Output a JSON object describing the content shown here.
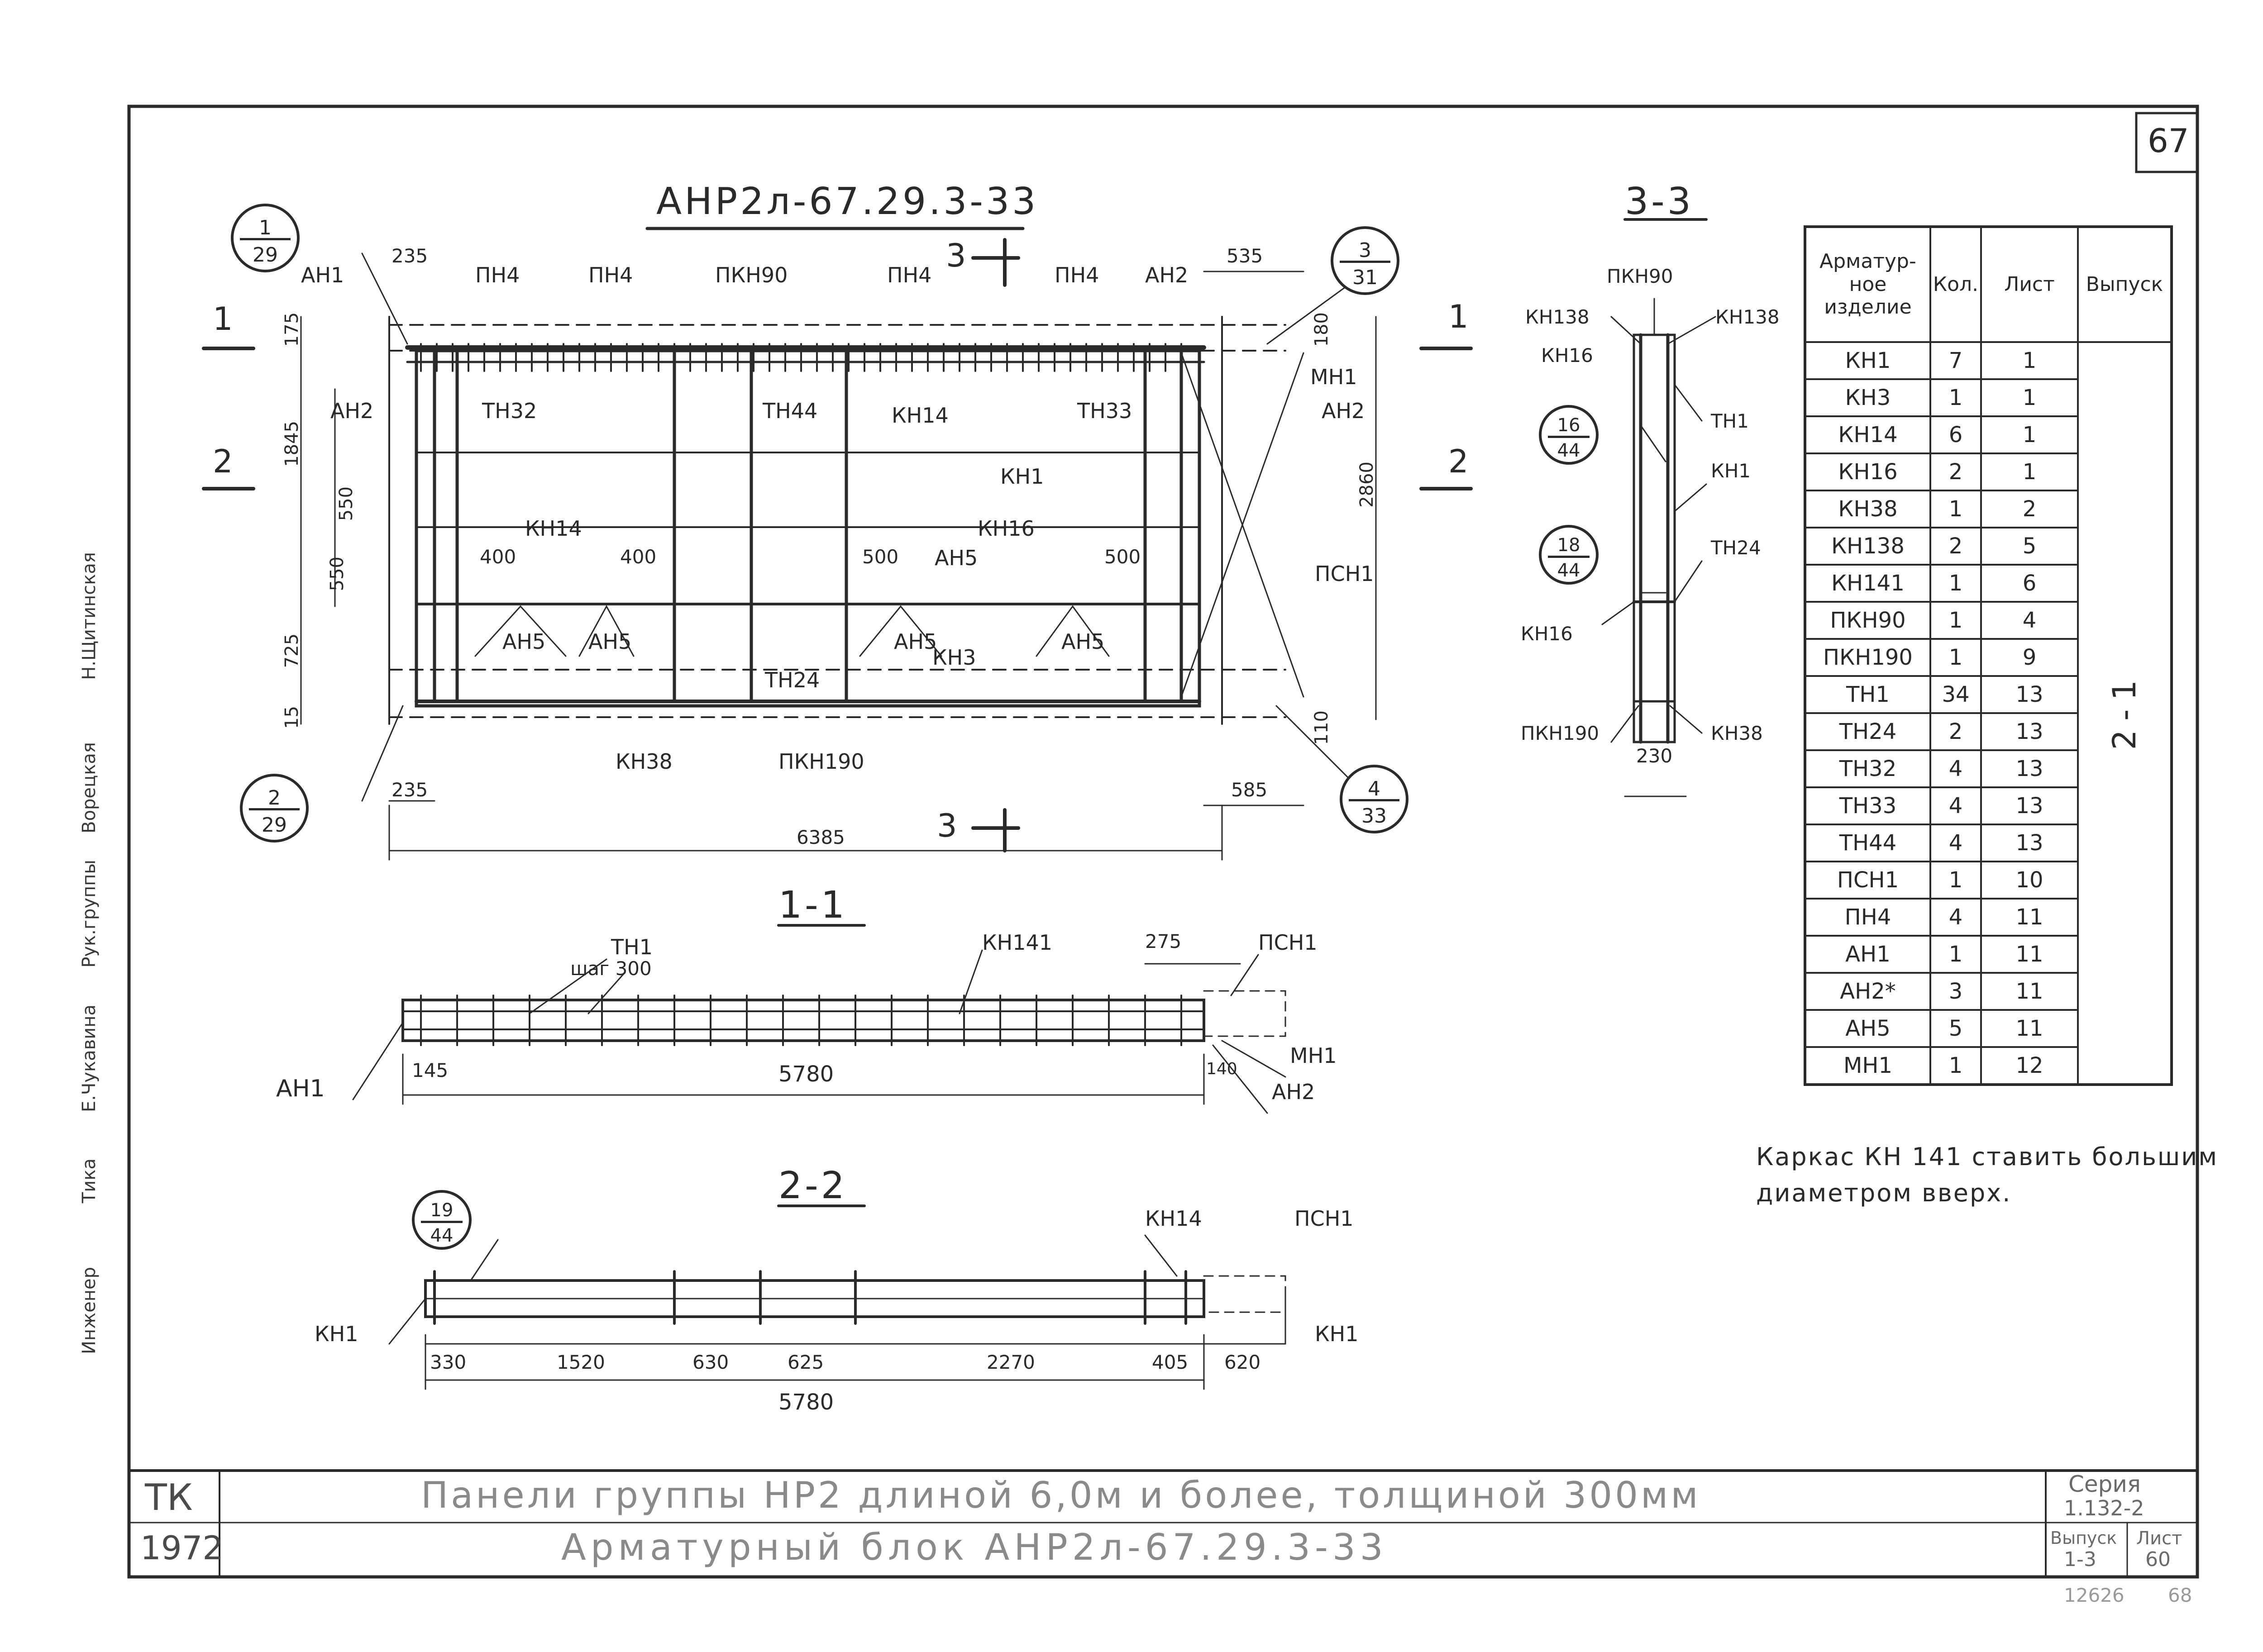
{
  "sheet_number": "67",
  "views": {
    "elevation_title": "АНР2л-67.29.3-33",
    "section_11": "1-1",
    "section_22": "2-2",
    "section_33": "3-3"
  },
  "elevation": {
    "refs": [
      {
        "n": "1",
        "d": "29"
      },
      {
        "n": "2",
        "d": "29"
      },
      {
        "n": "3",
        "d": "31"
      },
      {
        "n": "4",
        "d": "33"
      }
    ],
    "labels": [
      "АН1",
      "ПН4",
      "ПН4",
      "ПКН90",
      "ПН4",
      "ПН4",
      "АН2",
      "АН2",
      "ТН32",
      "ТН44",
      "КН14",
      "ТН33",
      "МН1",
      "АН2",
      "КН1",
      "КН14",
      "КН16",
      "ПСН1",
      "АН5",
      "АН5",
      "АН5",
      "АН5",
      "АН5",
      "ТН24",
      "КН3",
      "КН38",
      "ПКН190"
    ],
    "dims": [
      "235",
      "175",
      "1845",
      "550",
      "550",
      "725",
      "15",
      "400",
      "400",
      "500",
      "500",
      "535",
      "180",
      "2860",
      "110",
      "235",
      "585",
      "6385"
    ],
    "section_marks": [
      "1",
      "1",
      "2",
      "2",
      "3",
      "3"
    ]
  },
  "section11": {
    "labels": [
      "ТН1",
      "шаг 300",
      "КН141",
      "ПСН1",
      "АН1",
      "МН1",
      "АН2"
    ],
    "dims": [
      "275",
      "145",
      "5780",
      "140"
    ]
  },
  "section22": {
    "ref": {
      "n": "19",
      "d": "44"
    },
    "labels": [
      "КН14",
      "ПСН1",
      "КН1",
      "КН1"
    ],
    "dims": [
      "330",
      "1520",
      "630",
      "625",
      "2270",
      "405",
      "620",
      "5780"
    ]
  },
  "section33": {
    "refs": [
      {
        "n": "16",
        "d": "44"
      },
      {
        "n": "18",
        "d": "44"
      }
    ],
    "labels": [
      "ПКН90",
      "КН138",
      "КН138",
      "КН16",
      "ТН1",
      "КН1",
      "ТН24",
      "КН16",
      "ПКН190",
      "КН38"
    ],
    "dims": [
      "230"
    ]
  },
  "spec_table": {
    "headers": [
      "Арматур-ное изделие",
      "Кол.",
      "Лист",
      "Выпуск"
    ],
    "issue_value": "2-1",
    "rows": [
      [
        "КН1",
        "7",
        "1"
      ],
      [
        "КН3",
        "1",
        "1"
      ],
      [
        "КН14",
        "6",
        "1"
      ],
      [
        "КН16",
        "2",
        "1"
      ],
      [
        "КН38",
        "1",
        "2"
      ],
      [
        "КН138",
        "2",
        "5"
      ],
      [
        "КН141",
        "1",
        "6"
      ],
      [
        "ПКН90",
        "1",
        "4"
      ],
      [
        "ПКН190",
        "1",
        "9"
      ],
      [
        "ТН1",
        "34",
        "13"
      ],
      [
        "ТН24",
        "2",
        "13"
      ],
      [
        "ТН32",
        "4",
        "13"
      ],
      [
        "ТН33",
        "4",
        "13"
      ],
      [
        "ТН44",
        "4",
        "13"
      ],
      [
        "ПСН1",
        "1",
        "10"
      ],
      [
        "ПН4",
        "4",
        "11"
      ],
      [
        "АН1",
        "1",
        "11"
      ],
      [
        "АН2*",
        "3",
        "11"
      ],
      [
        "АН5",
        "5",
        "11"
      ],
      [
        "МН1",
        "1",
        "12"
      ]
    ]
  },
  "note": [
    "Каркас КН 141 ставить большим",
    "диаметром вверх."
  ],
  "title_block": {
    "org": "ТК",
    "year": "1972",
    "line1": "Панели группы НР2 длиной 6,0м и более, толщиной 300мм",
    "line2": "Арматурный блок АНР2л-67.29.3-33",
    "series_label": "Серия",
    "series": "1.132-2",
    "issue_label": "Выпуск",
    "issue": "1-3",
    "sheet_label": "Лист",
    "sheet": "60",
    "code": "12626",
    "code2": "68"
  },
  "side_stamp": [
    "Инженер",
    "Тика",
    "Е.Чукавина",
    "Рук.группы",
    "Ворецкая",
    "Н.Щитинская"
  ]
}
